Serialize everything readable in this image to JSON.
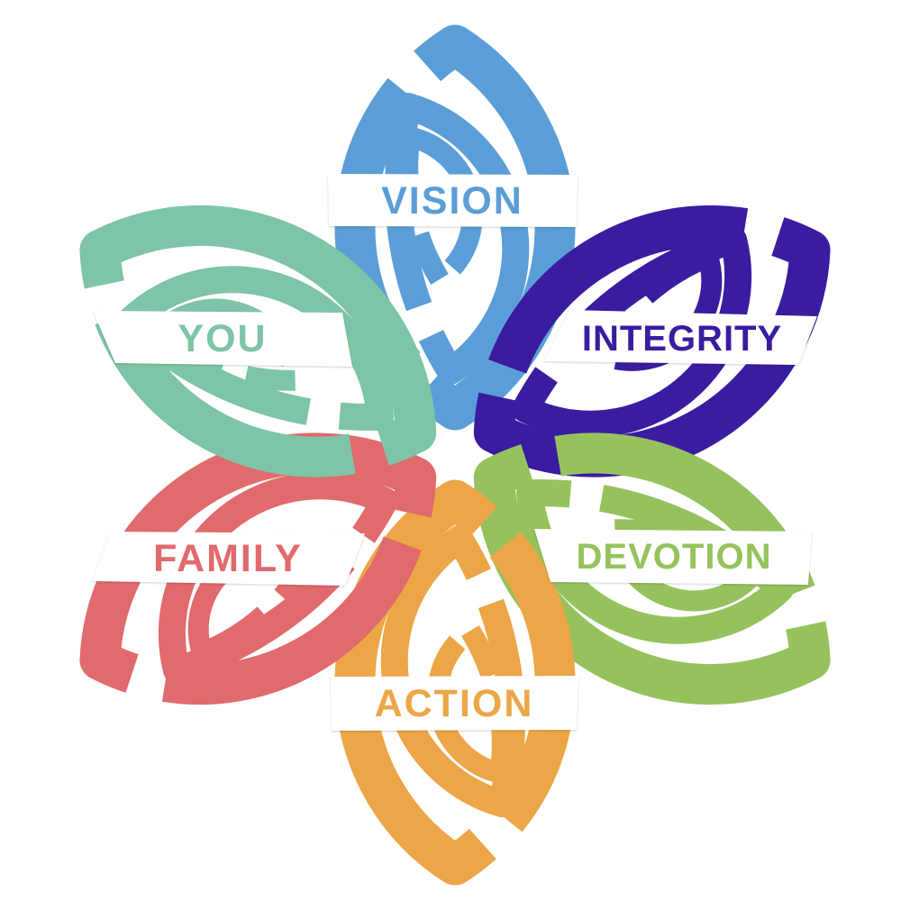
{
  "diagram": {
    "name": "core-values-flower",
    "background": "#FFFFFF",
    "banner_color": "#FFFFFF",
    "petals": [
      {
        "id": "vision",
        "label": "VISION",
        "color": "#5B9ED7",
        "position": "top"
      },
      {
        "id": "integrity",
        "label": "INTEGRITY",
        "color": "#3A1CA0",
        "position": "upper-right"
      },
      {
        "id": "devotion",
        "label": "DEVOTION",
        "color": "#95C25D",
        "position": "lower-right"
      },
      {
        "id": "action",
        "label": "ACTION",
        "color": "#ECA647",
        "position": "bottom"
      },
      {
        "id": "family",
        "label": "FAMILY",
        "color": "#E16A6C",
        "position": "lower-left"
      },
      {
        "id": "you",
        "label": "YOU",
        "color": "#7EC4A6",
        "position": "upper-left"
      }
    ]
  }
}
